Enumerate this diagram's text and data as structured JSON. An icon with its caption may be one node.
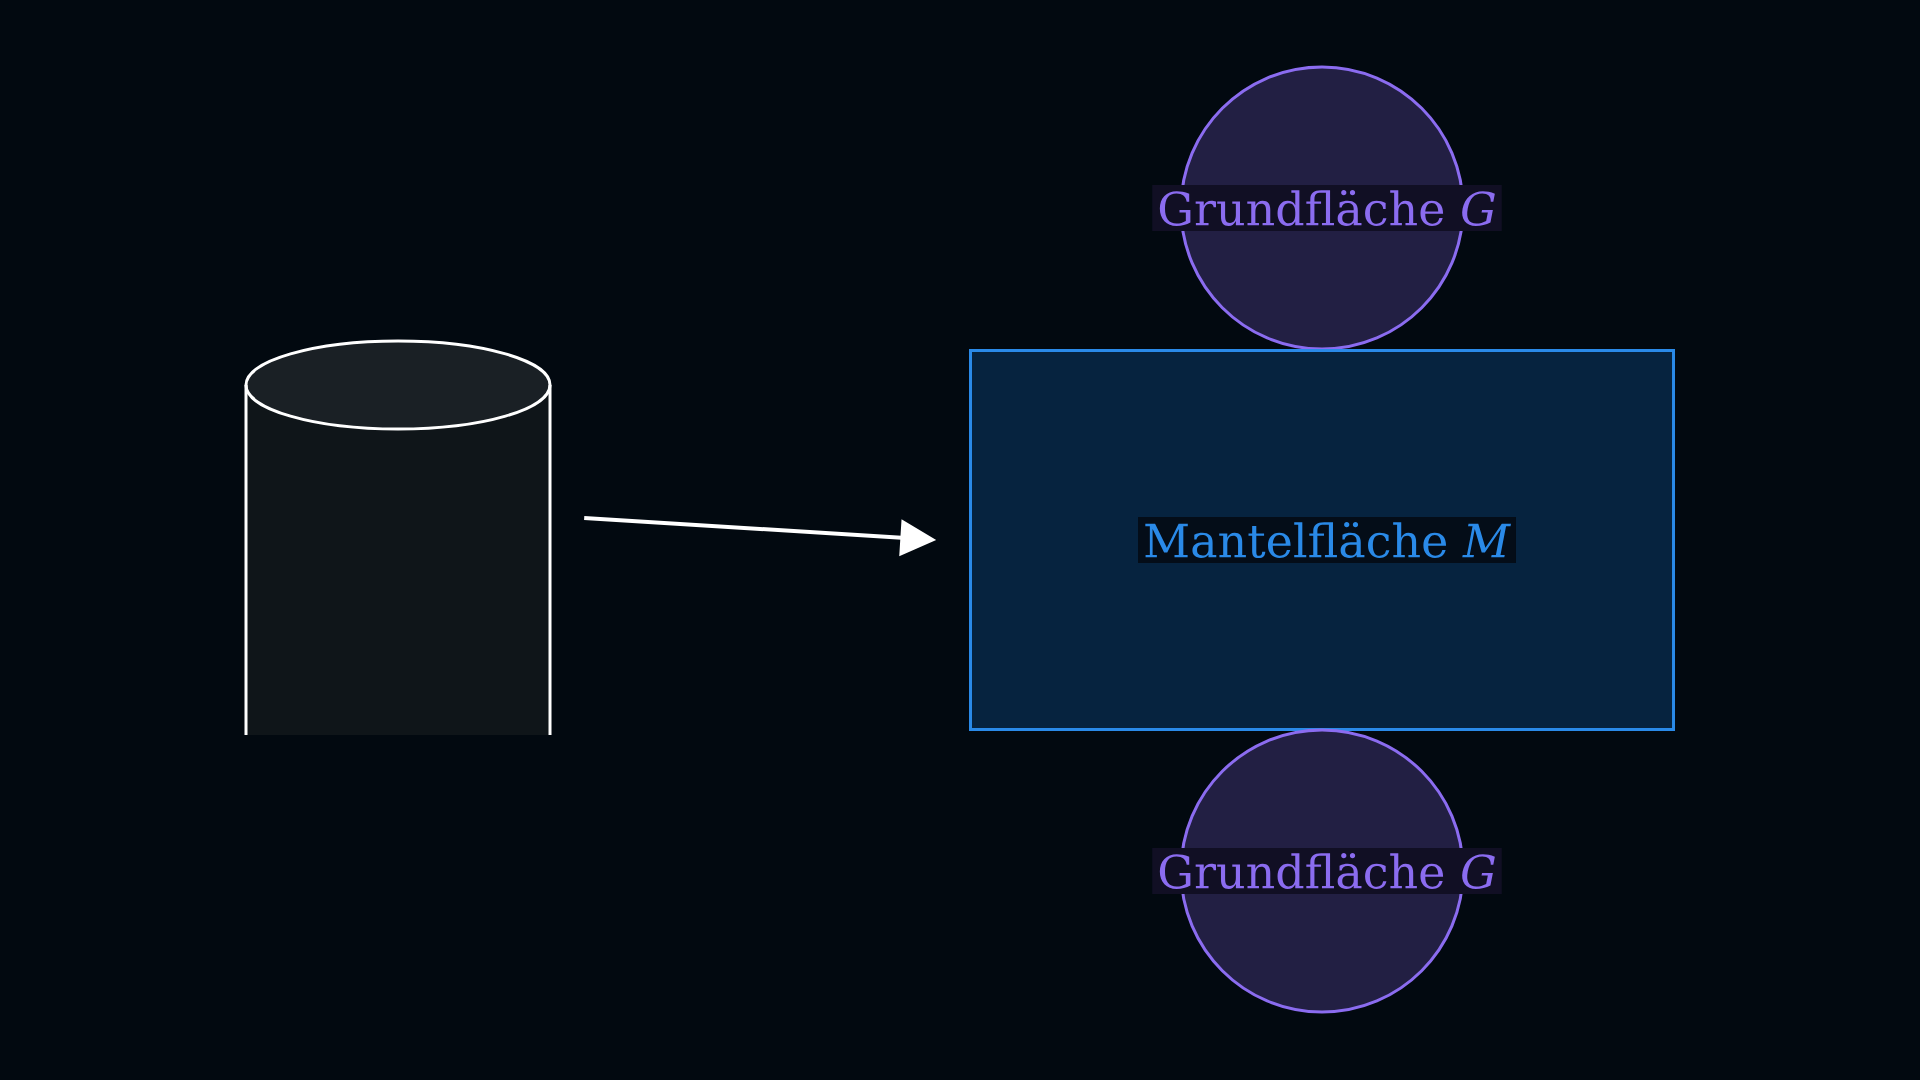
{
  "diagram": {
    "nodes": [
      {
        "text": [],
        "shape": "cylinder"
      },
      {
        "text": [
          "Grundfläche *G*"
        ]
      },
      {
        "text": [
          "Mantelfläche *M*"
        ]
      },
      {
        "text": [
          "Grundfläche *G*"
        ]
      }
    ],
    "edges": [
      {
        "from": 0,
        "to": 2,
        "arrow": "to"
      }
    ]
  }
}
